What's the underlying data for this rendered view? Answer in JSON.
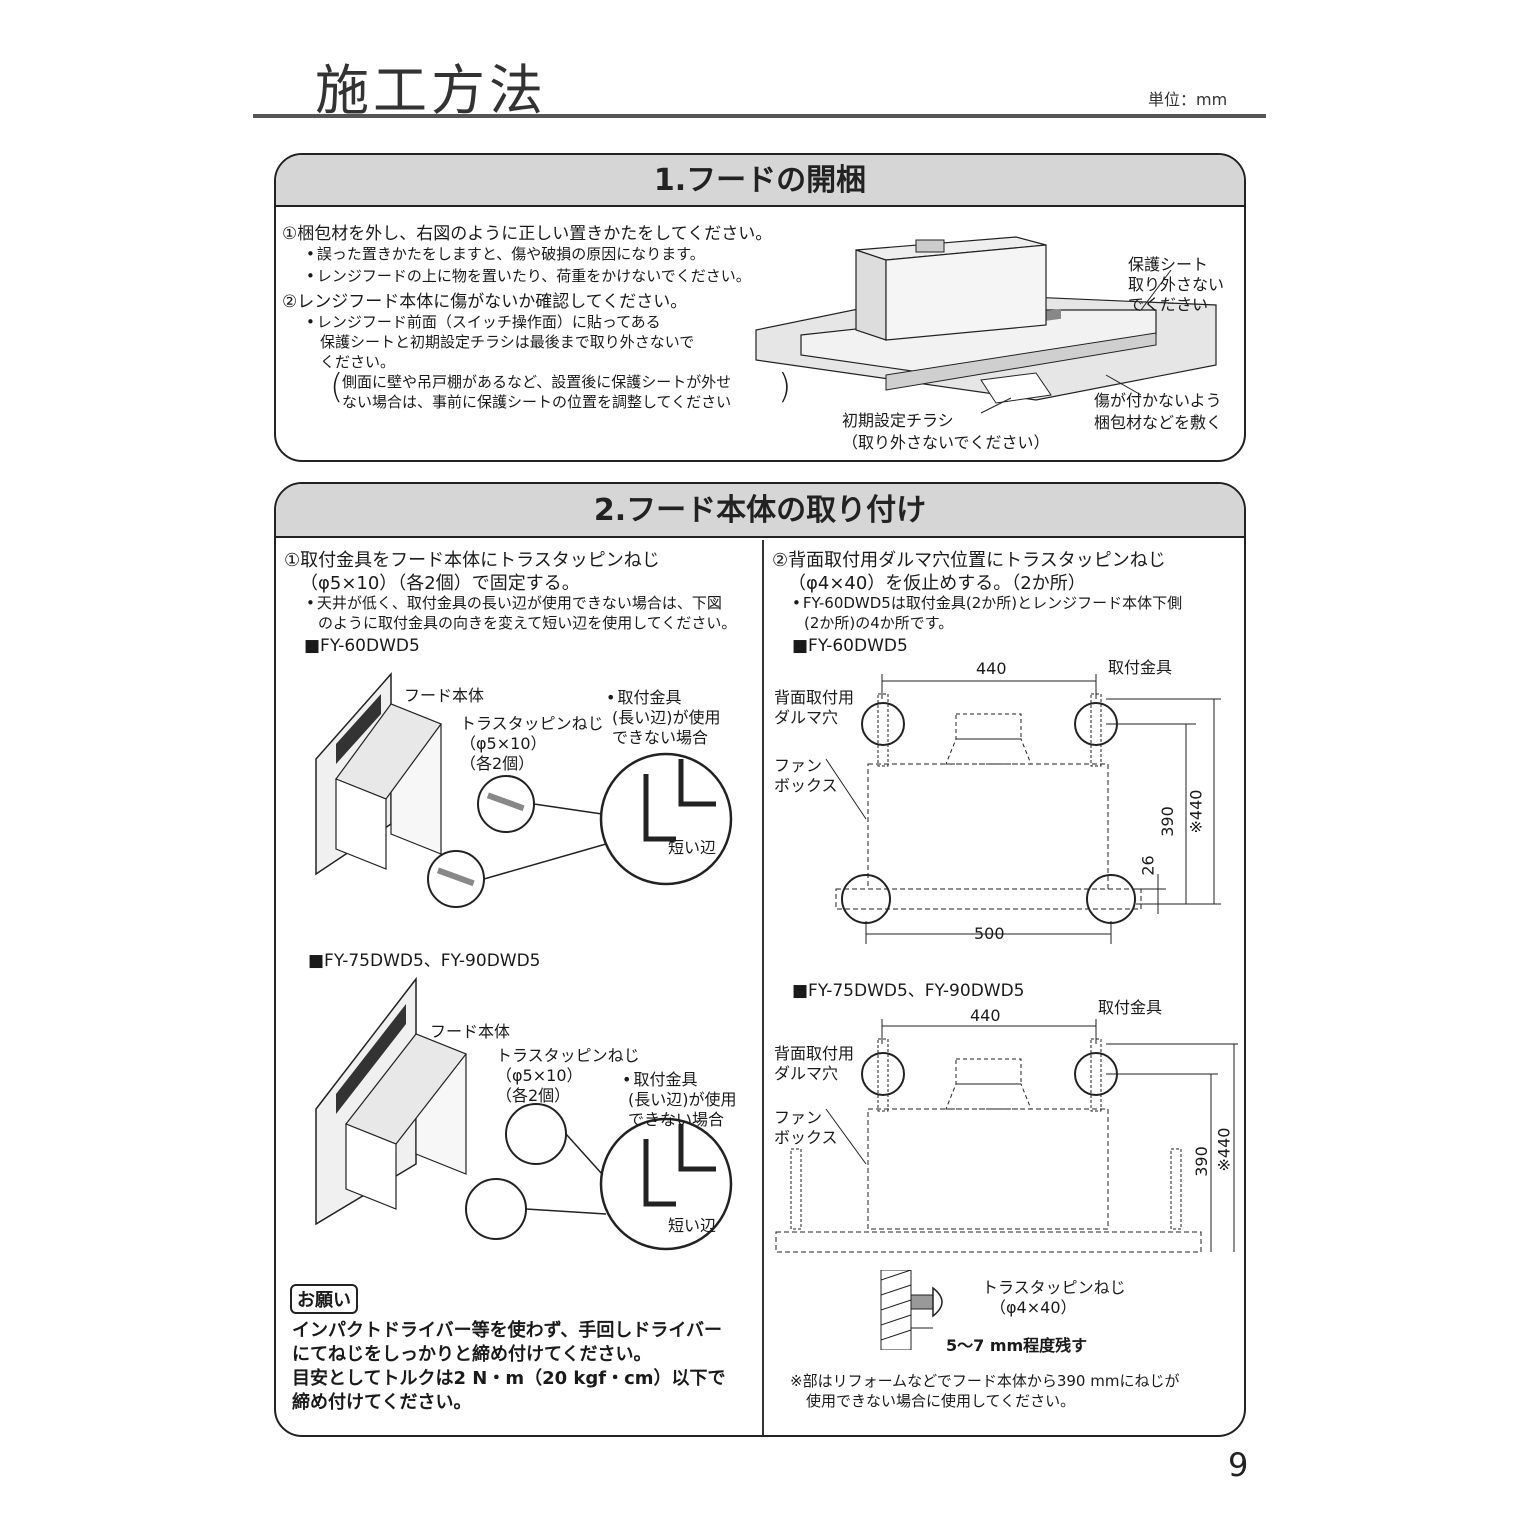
{
  "page": {
    "title": "施工方法",
    "unit": "単位：mm",
    "page_number": "9"
  },
  "section1": {
    "heading": "1.フードの開梱",
    "step1": "①梱包材を外し、右図のように正しい置きかたをしてください。",
    "step1_notes": [
      "誤った置きかたをしますと、傷や破損の原因になります。",
      "レンジフードの上に物を置いたり、荷重をかけないでください。"
    ],
    "step2": "②レンジフード本体に傷がないか確認してください。",
    "step2_note_lines": [
      "レンジフード前面（スイッチ操作面）に貼ってある",
      "保護シートと初期設定チラシは最後まで取り外さないで",
      "ください。"
    ],
    "step2_paren_lines": [
      "側面に壁や吊戸棚があるなど、設置後に保護シートが外せ",
      "ない場合は、事前に保護シートの位置を調整してください"
    ],
    "fig": {
      "protect_sheet": [
        "保護シート",
        "取り外さない",
        "でください"
      ],
      "flyer": [
        "初期設定チラシ",
        "（取り外さないでください）"
      ],
      "packing": [
        "傷が付かないよう",
        "梱包材などを敷く"
      ]
    }
  },
  "section2": {
    "heading": "2.フード本体の取り付け",
    "left": {
      "step_lines": [
        "①取付金具をフード本体にトラスタッピンねじ",
        "（φ5×10）（各2個）で固定する。"
      ],
      "note_lines": [
        "天井が低く、取付金具の長い辺が使用できない場合は、下図",
        "のように取付金具の向きを変えて短い辺を使用してください。"
      ],
      "model_a": "■FY-60DWD5",
      "model_b": "■FY-75DWD5、FY-90DWD5",
      "fig": {
        "hood_body": "フード本体",
        "screw": [
          "トラスタッピンねじ",
          "（φ5×10）",
          "（各2個）"
        ],
        "bracket": [
          "取付金具",
          "(長い辺)が使用",
          "できない場合"
        ],
        "short_side": "短い辺"
      },
      "request_label": "お願い",
      "request_lines": [
        "インパクトドライバー等を使わず、手回しドライバー",
        "にてねじをしっかりと締め付けてください。",
        "目安としてトルクは2 N・m（20 kgf・cm）以下で",
        "締め付けてください。"
      ]
    },
    "right": {
      "step_lines": [
        "②背面取付用ダルマ穴位置にトラスタッピンねじ",
        "（φ4×40）を仮止めする。（2か所）"
      ],
      "note_lines": [
        "FY-60DWD5は取付金具(2か所)とレンジフード本体下側",
        "(2か所)の4か所です。"
      ],
      "model_a": "■FY-60DWD5",
      "model_b": "■FY-75DWD5、FY-90DWD5",
      "fig": {
        "bracket": "取付金具",
        "daruma": [
          "背面取付用",
          "ダルマ穴"
        ],
        "fanbox": [
          "ファン",
          "ボックス"
        ],
        "dim_440": "440",
        "dim_390": "390",
        "dim_x440": "※440",
        "dim_26": "26",
        "dim_500": "500",
        "screw": [
          "トラスタッピンねじ",
          "（φ4×40）"
        ],
        "leave": "5～7 mm程度残す"
      },
      "footnote_lines": [
        "※部はリフォームなどでフード本体から390 mmにねじが",
        "使用できない場合に使用してください。"
      ]
    }
  }
}
